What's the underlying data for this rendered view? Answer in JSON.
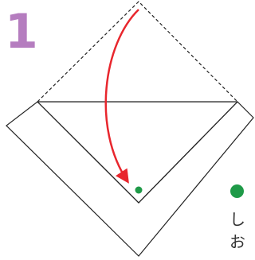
{
  "step": {
    "number": "1"
  },
  "diagram": {
    "paper_color": "#ffffff",
    "line_color": "#222222",
    "fold_arrow_color": "#e8262d",
    "marker_color": "#1f9a48"
  },
  "note": {
    "dot_color": "#1f9a48",
    "line1": "し",
    "line2": "お"
  }
}
